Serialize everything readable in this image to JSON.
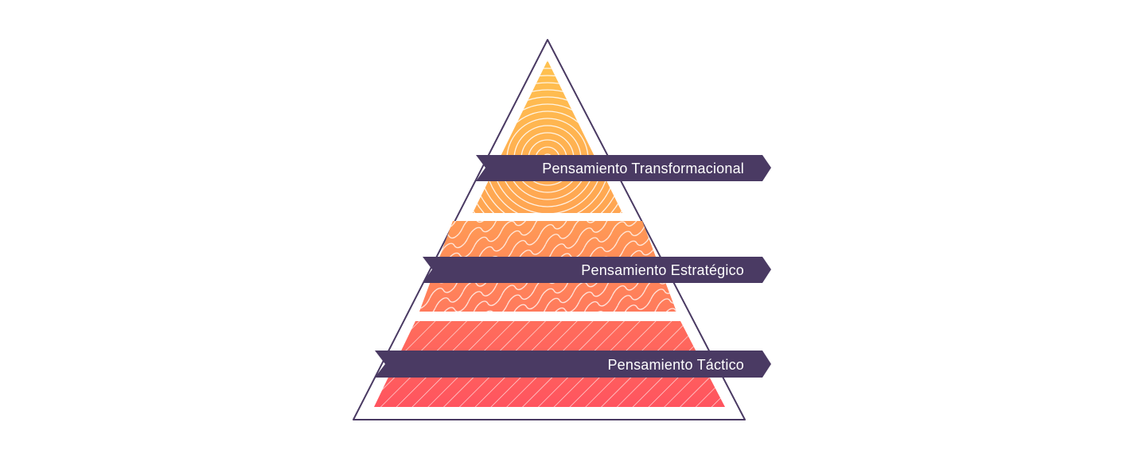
{
  "pyramid": {
    "levels": [
      {
        "label": "Pensamiento Transformacional",
        "pattern": "concentric-rings"
      },
      {
        "label": "Pensamiento Estratégico",
        "pattern": "waves"
      },
      {
        "label": "Pensamiento Táctico",
        "pattern": "diagonal-stripes"
      }
    ],
    "colors": {
      "outline": "#4a3a63",
      "banner": "#4a3a63",
      "top": "#ffb84d",
      "middle": "#ff8a5c",
      "bottom": "#ff5a5f",
      "pattern_line": "#ffffff"
    }
  }
}
